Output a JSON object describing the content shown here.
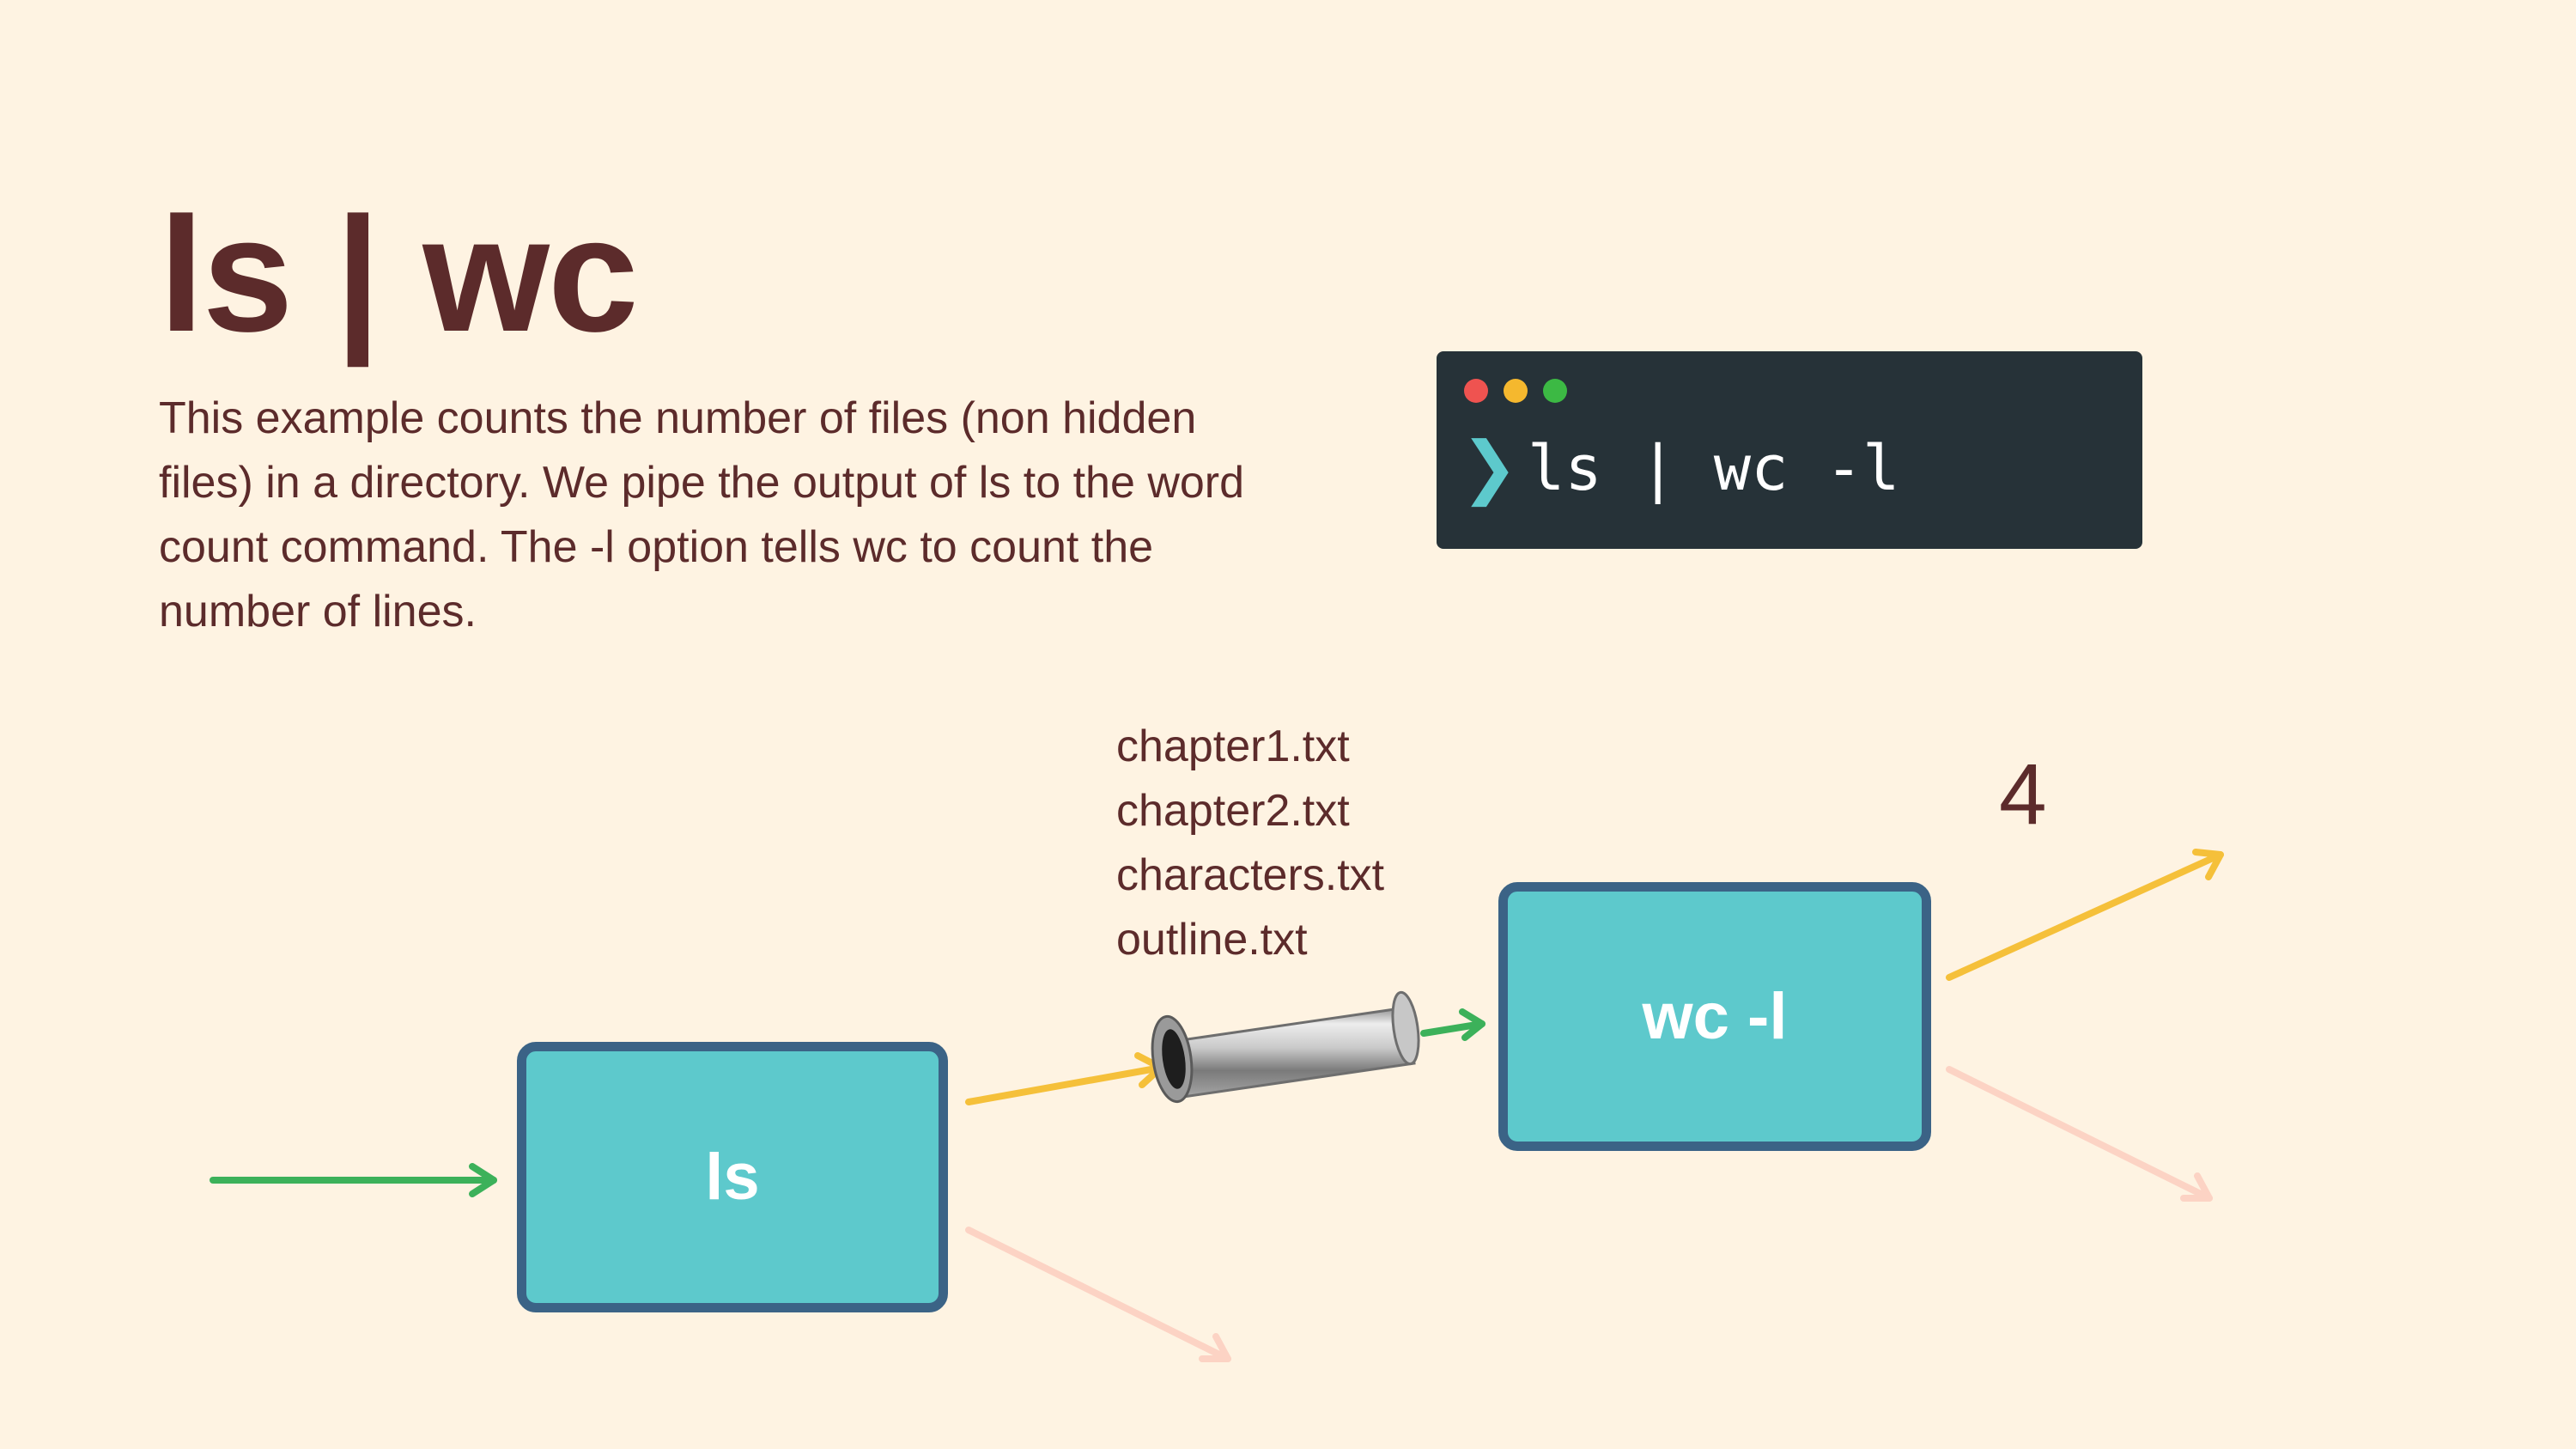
{
  "title": "ls | wc",
  "description": "This example counts the number of files (non hidden files) in a directory.  We pipe the output of ls to the word count command.  The -l option tells wc to count the number of lines.",
  "terminal": {
    "prompt_symbol": "❯",
    "command": "ls | wc -l",
    "dot_colors": [
      "#EF5350",
      "#F5B82E",
      "#3CB944"
    ],
    "prompt_color": "#5DC9CC"
  },
  "diagram": {
    "process_ls_label": "ls",
    "process_wc_label": "wc -l",
    "piped_files": [
      "chapter1.txt",
      "chapter2.txt",
      "characters.txt",
      "outline.txt"
    ],
    "output_value": "4",
    "colors": {
      "box_fill": "#5DC9CC",
      "box_border": "#3B6386",
      "stdin_arrow": "#3CB15A",
      "stdout_arrow": "#F5C03A",
      "stderr_arrow": "#FCD3C4",
      "pipe": "#B5B5B5"
    },
    "icons": [
      "stdin-arrow-icon",
      "stdout-arrow-icon",
      "stderr-arrow-icon",
      "pipe-icon"
    ]
  }
}
